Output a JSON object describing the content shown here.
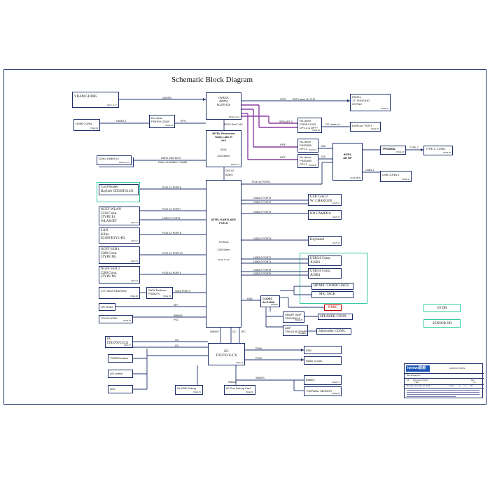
{
  "title": "Schematic Block Diagram",
  "colors": {
    "wire": "#1e2f6b",
    "purple": "#8b3fa6",
    "teal": "#33c9a3",
    "red": "#c00000"
  },
  "blocks": {
    "vram": {
      "label": "VRAM GDDR5",
      "page": "PAGE 14~17"
    },
    "gpu": {
      "l1": "nVIDIA",
      "l2": "dGPU",
      "l3": "N17E-GX",
      "page": "PAGE 12~13"
    },
    "panel": {
      "l1": "PANEL",
      "l2": "17\" FHD/UHD",
      "l3": "GSYNC",
      "page": "PAGE 31"
    },
    "hdmi": {
      "label": "HDMI CONN.",
      "page": "PAGE 33"
    },
    "redriver_hdmi": {
      "l1": "Re-driver",
      "l2": "PI3HDX1204B",
      "page": "PAGE 34"
    },
    "redriver_dp1": {
      "l1": "Re-driver",
      "l2": "PI3DPX1203",
      "l3": "DP1.3 & DP++",
      "page": "PAGE 35"
    },
    "display_port": {
      "label": "DISPLAY PORT",
      "page": "PAGE 32"
    },
    "redriver_dp2": {
      "l1": "Re-driver",
      "l2": "PS8330B",
      "l3": "DP1.2",
      "page": "PAGE 37"
    },
    "redriver_dp3": {
      "l1": "Re-driver",
      "l2": "PS8330B",
      "l3": "DP1.2",
      "page": "PAGE 38"
    },
    "cpu": {
      "l1": "INTEL Processor",
      "l2": "Kaby Lake-H",
      "l3": "4+2",
      "l4": "BGA",
      "l5": "42X28mm",
      "page": "PAGE 2~9"
    },
    "intel_ar": {
      "l1": "INTEL",
      "l2": "AR DP",
      "page": "PAGE 38-39"
    },
    "tps": {
      "label": "TPS65982",
      "page": "PAGE 40"
    },
    "typec_conn": {
      "label": "TYPE-C CONN.",
      "page": "PAGE 46"
    },
    "usb_conn": {
      "label": "USB CONN.1",
      "page": "PAGE 41"
    },
    "ddr4": {
      "label": "DDR4 DIMM X4",
      "page": "PAGE 10~16"
    },
    "card_reader": {
      "l1": "Card Reader",
      "l2": "Baylmh GD620F21LN"
    },
    "pch": {
      "l1": "INTEL KABYLAKE",
      "l2": "PCH-H",
      "l3": "FCBGA",
      "l4": "23X23mm",
      "page": "PAGE 17~25"
    },
    "ngff_wlan": {
      "l1": "NGFF WLAN",
      "l2": "2230 Conn.",
      "l3": "(TYPE E)",
      "l4": "WLAN/BT",
      "page": "PAGE 42"
    },
    "lan": {
      "l1": "LAN",
      "l2": "Killer",
      "l3": "E2400-B1YL-RL",
      "page": "PAGE 47"
    },
    "ssd1": {
      "l1": "NGFF SSD 1",
      "l2": "2280 Conn.",
      "l3": "(TYPE M)",
      "page": "PAGE 43"
    },
    "ssd2": {
      "l1": "NGFF SSD 2",
      "l2": "2280 Conn.",
      "l3": "(TYPE M)",
      "page": "PAGE 44"
    },
    "sata_hdd": {
      "label": "2.5\" SATA HDD/SSD",
      "page": "PAGE 45"
    },
    "sata_redriver": {
      "l1": "SATA Redriver",
      "l2": "PS8527C",
      "page": "PAGE 45"
    },
    "spi_rom": {
      "label": "SPI ROM"
    },
    "touch_pad": {
      "label": "TOUCH PAD",
      "page": "PAGE 46"
    },
    "usb_charger": {
      "l1": "USB Conn.2",
      "l2": "W/ CHARGER",
      "page": "PAGE 41"
    },
    "hd_camera": {
      "label": "HD CAMERA",
      "page": "PAGE 36"
    },
    "keyboard": {
      "label": "Keyboard",
      "page": "PAGE 48"
    },
    "jusb3": {
      "l1": "USB3.0 Conn.",
      "l2": "JUSB3"
    },
    "jusb4": {
      "l1": "USB3.0 Conn.",
      "l2": "JUSB4"
    },
    "hp_mic": {
      "label": "HP/MIC COMBO JACK"
    },
    "mic_jack": {
      "label": "MIC JACK"
    },
    "codec": {
      "l1": "CODEC",
      "l2": "ALC1266",
      "page": "PAGE30"
    },
    "dmic": {
      "label": "DMIC"
    },
    "smart_amp": {
      "l1": "SMART AMP",
      "l2": "TAS5760CA",
      "page": "PAGE 28"
    },
    "speaker": {
      "label": "SPEAKER CONN."
    },
    "amp": {
      "l1": "AMP",
      "l2": "TPA3113D2PWPR",
      "page": "PAGE29"
    },
    "subwoofer": {
      "label": "Subwoofer CONN."
    },
    "ec_small": {
      "label": "EC IT8376VG/CX",
      "page": "PAGE 47"
    },
    "ec": {
      "l1": "EC",
      "l2": "IT8376VG/CX",
      "page": "PAGE 49"
    },
    "turbo": {
      "label": "TURBO button"
    },
    "lid": {
      "label": "LID switch"
    },
    "led": {
      "label": "LED"
    },
    "fan": {
      "label": "FAN"
    },
    "water_cooler": {
      "label": "Water Cooler"
    },
    "int_kbd": {
      "label": "Int KBD Debug",
      "page": "PAGE 51"
    },
    "port80": {
      "label": "80 Port Debug Card",
      "page": "PAGE 51"
    },
    "battery": {
      "label": "Battery",
      "page": "PAGE 73"
    },
    "thermal": {
      "label": "THERMAL SENSOR",
      "page": "PAGE 49"
    },
    "io_db": {
      "label": "IO DB"
    },
    "sensor_db": {
      "label": "SENSOR DB"
    }
  },
  "signals": {
    "gddr5": "GDDR5",
    "hdmi2": "HDMI2.0",
    "ifpc": "IFPC",
    "ifpd": "IFPD",
    "edp": "EDP Lanes x2, FHD",
    "ifpa": "IFPA,DP1.3",
    "dp_lanes": "DP Lanes x4",
    "pcie_gen3": "PEG0 Gen3 16X",
    "ifpe": "IFPE",
    "ifpf": "IFPF",
    "ddi1": "DDI",
    "ddi2": "DDI",
    "typec": "TYPE-C",
    "usb31": "USB3.1",
    "ddr4_sig1": "DDR4 2400 MT/S",
    "ddr4_sig2": "DUAL CHANNEL 2 DIMM",
    "dmi1": "DMI X4",
    "dmi2": "8GB/S",
    "pcie4_port1": "PCIE 4X   PORT1",
    "pcie1_port6": "PCIE 1X   PORT6",
    "usb30_port3": "USB3.0   PORT3",
    "usb20_port2": "USB2.0   PORT2",
    "pcie1_port7": "PCIE 1X   PORT7",
    "usb20_port3": "USB2.0   PORT3",
    "usb20_port5": "USB2.0   PORT5",
    "pcie1_port8": "PCIE 1X   PORT8",
    "usb20_port4": "USB2.0   PORT4",
    "pcie4_port13": "PCIE 4X   PORT13",
    "pcie4_port9": "PCIE 4X   PORT9",
    "usb30_port1": "USB3.0   PORT1",
    "usb20_port1": "USB2.0   PORT1",
    "usb30_port5": "USB3.0   PORT5",
    "usb20_port6": "USB2.0   PORT6",
    "sata_port4": "SATA   PORT4",
    "hda": "HDA",
    "spi": "SPI",
    "smbus_ps2_1": "SMBUS",
    "smbus_ps2_2": "PS2",
    "smbus_v": "SMBUS",
    "i2c_v": "I2C",
    "lpc_v": "LPC",
    "i2c1": "I2C",
    "i2c2": "I2C",
    "pwm1": "PWM",
    "pwm2": "PWM",
    "smbus_batt": "SMBUS",
    "smbus_ec": "SMBus"
  },
  "title_block": {
    "logo": "lenovo联想",
    "company": "LENOVO CRON",
    "doc_title": "Block Diagram",
    "size": "A3",
    "doc_number": "Document Number",
    "model": "Y920",
    "rev": "Rev",
    "rev_val": "1.0",
    "date": "Monday, November 07, 2016",
    "sheet": "Sheet",
    "sheet_val": "1",
    "of": "of",
    "of_val": "99"
  }
}
